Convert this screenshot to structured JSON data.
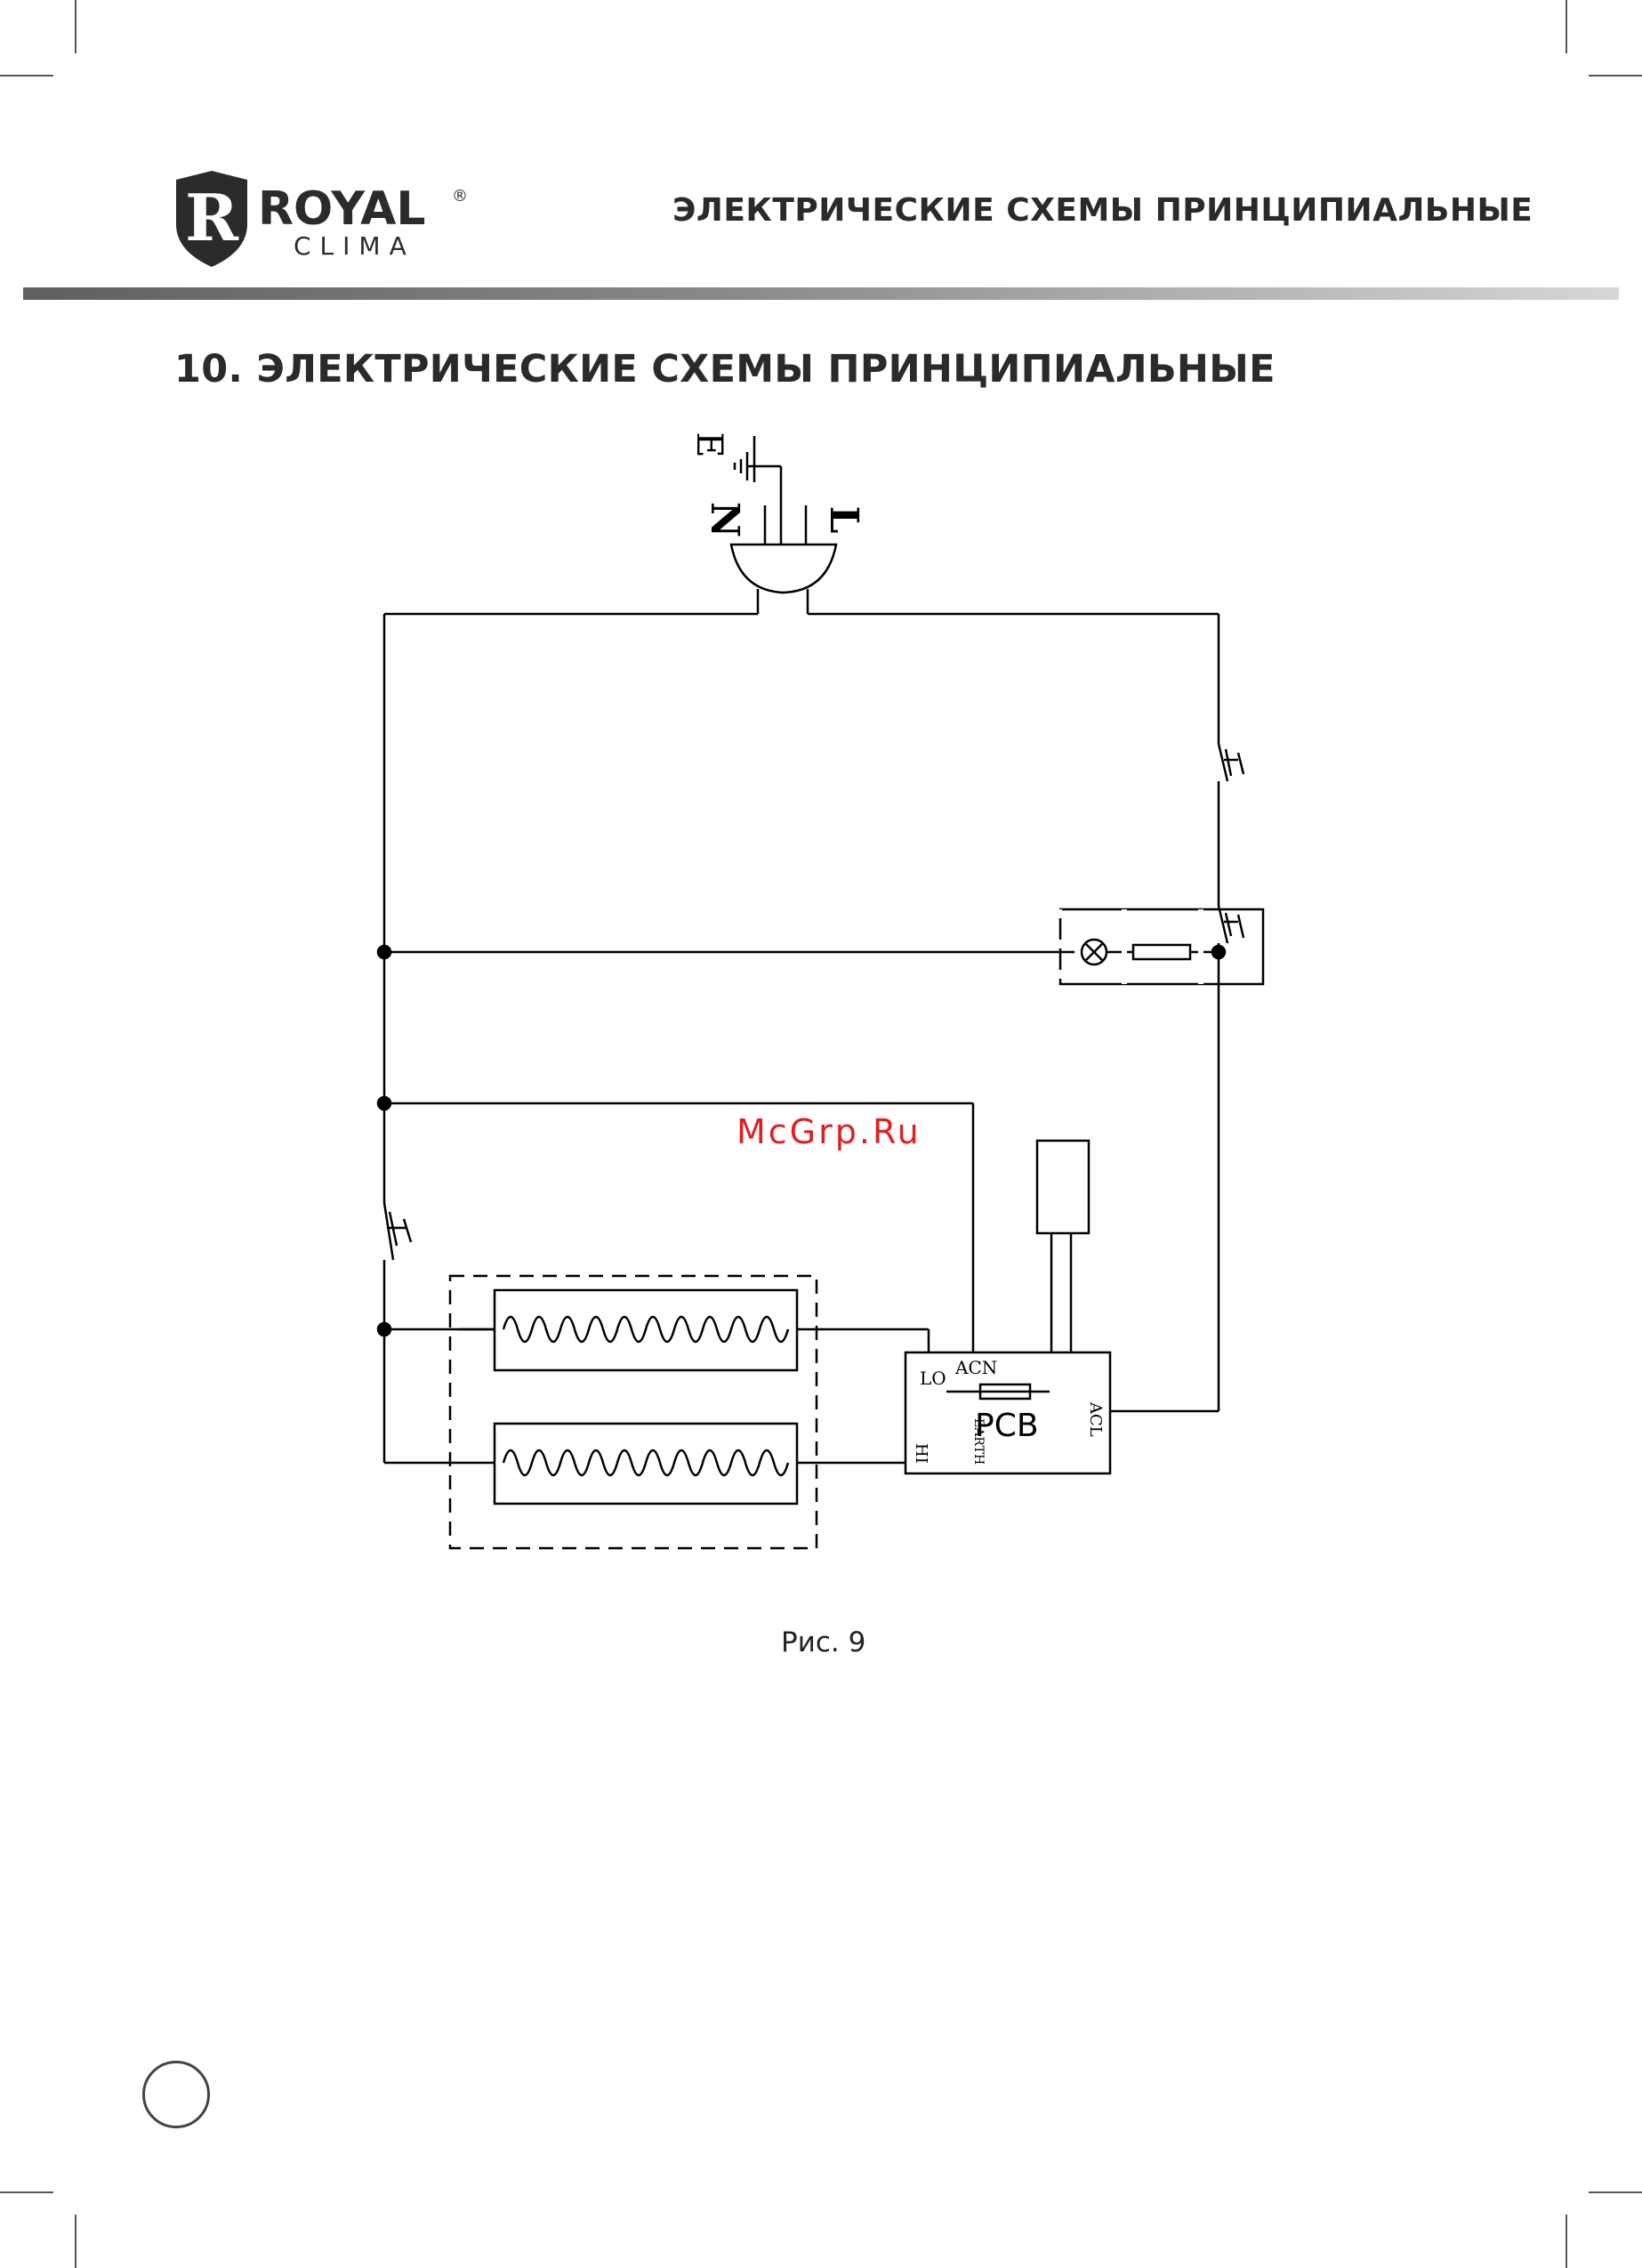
{
  "logo": {
    "brand_top": "ROYAL",
    "brand_bottom": "CLIMA",
    "registered": "®",
    "emblem_letter": "R"
  },
  "header": {
    "title": "ЭЛЕКТРИЧЕСКИЕ СХЕМЫ ПРИНЦИПИАЛЬНЫЕ"
  },
  "section": {
    "title": "10. ЭЛЕКТРИЧЕСКИЕ СХЕМЫ ПРИНЦИПИАЛЬНЫЕ"
  },
  "diagram": {
    "plug_labels": {
      "earth": "E",
      "neutral": "N",
      "live": "L"
    },
    "pcb": {
      "title": "PCB",
      "lo": "LO",
      "hi": "HI",
      "acn": "ACN",
      "acl": "ACL",
      "earth": "EARTH"
    }
  },
  "watermark": "McGrp.Ru",
  "caption": "Рис. 9",
  "colors": {
    "line": "#000000",
    "watermark": "#e02020",
    "text": "#2a2a2a"
  }
}
